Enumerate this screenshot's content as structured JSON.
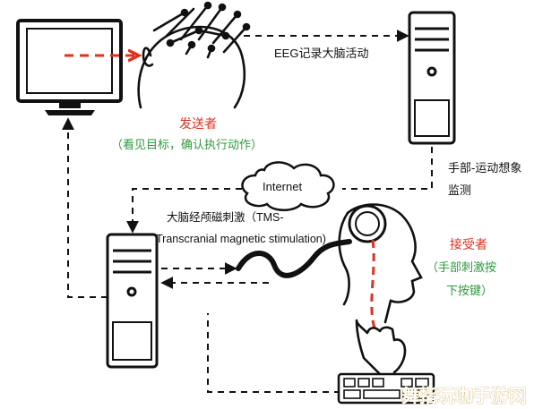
{
  "labels": {
    "eeg": "EEG记录大脑活动",
    "sender": "发送者",
    "sender_task": "（看见目标，确认执行动作）",
    "internet": "Internet",
    "hand_motor_line1": "手部-运动想象",
    "hand_motor_line2": "监测",
    "tms_line1": "大脑经颅磁刺激（TMS-",
    "tms_line2": "Transcranial magnetic stimulation)",
    "receiver": "接受者",
    "receiver_task_line1": "（手部刺激按",
    "receiver_task_line2": "下按键）"
  },
  "watermark": "舞指玩咖手游网",
  "colors": {
    "line": "#111111",
    "red_arrow": "#e0301e",
    "sender_text": "#e0301e",
    "receiver_text": "#e0301e",
    "task_text": "#2e9a3e"
  },
  "icons": [
    "monitor-icon",
    "head-eeg-icon",
    "computer-tower-icon",
    "cloud-icon",
    "tms-coil-icon",
    "head-profile-icon",
    "hand-icon",
    "keyboard-icon"
  ]
}
